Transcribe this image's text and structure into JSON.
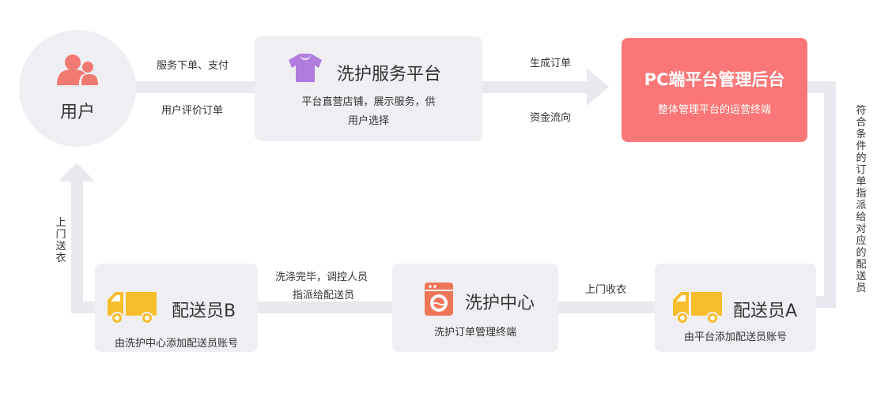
{
  "colors": {
    "connector": "#e8e8ee",
    "box": "#efeff3",
    "admin": "#fb7676",
    "truck": "#f7bd2b",
    "shirt": "#b07ddf",
    "washer": "#ef7558",
    "user_icon": "#f07a72"
  },
  "user": {
    "label": "用户",
    "icon": "users-icon"
  },
  "service_platform": {
    "title": "洗护服务平台",
    "desc_line1": "平台直营店铺，展示服务，供",
    "desc_line2": "用户选择",
    "icon": "shirt-icon"
  },
  "admin": {
    "title": "PC端平台管理后台",
    "desc": "整体管理平台的运营终端"
  },
  "wash_center": {
    "title": "洗护中心",
    "desc": "洗护订单管理终端",
    "icon": "washing-machine-icon"
  },
  "courier_a": {
    "title": "配送员A",
    "desc": "由平台添加配送员账号",
    "icon": "truck-icon"
  },
  "courier_b": {
    "title": "配送员B",
    "desc": "由洗护中心添加配送员账号",
    "icon": "truck-icon"
  },
  "edges": {
    "user_to_platform_top": "服务下单、支付",
    "user_to_platform_bottom": "用户评价订单",
    "platform_to_admin_top": "生成订单",
    "platform_to_admin_bottom": "资金流向",
    "admin_to_courier_a": "符合条件的订单指派给对应的配送员",
    "courier_a_to_center": "上门收衣",
    "center_to_b_line1": "洗涤完毕，调控人员",
    "center_to_b_line2": "指派给配送员",
    "courier_b_to_user": "上门送衣"
  }
}
